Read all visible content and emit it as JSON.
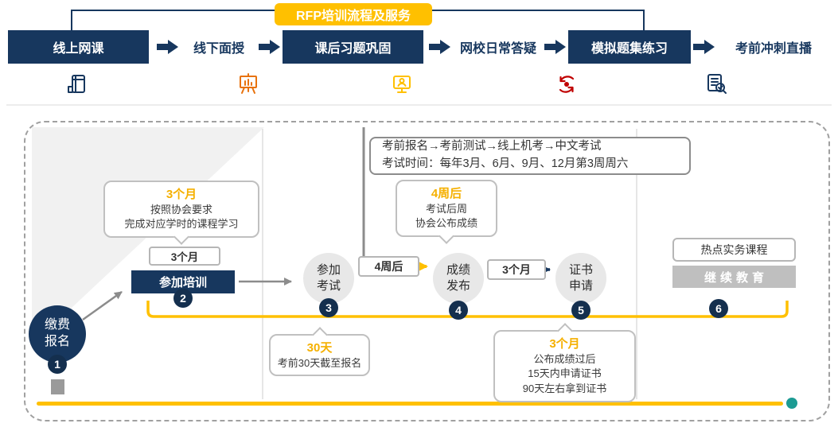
{
  "title_badge": "RFP培训流程及服务",
  "header": {
    "steps": [
      {
        "label": "线上网课"
      },
      {
        "label": "线下面授"
      },
      {
        "label": "课后习题巩固"
      },
      {
        "label": "网校日常答疑"
      },
      {
        "label": "模拟题集练习"
      },
      {
        "label": "考前冲刺直播"
      }
    ],
    "icons": [
      "online-course-icon",
      "offline-class-icon",
      "homework-icon",
      "mock-practice-icon",
      "live-sprint-icon"
    ]
  },
  "flow": {
    "exam_info": "考前报名→考前测试→线上机考→中文考试\n考试时间：每年3月、6月、9月、12月第3周周六",
    "step1": {
      "label": "缴费\n报名",
      "number": "1"
    },
    "step2": {
      "label": "参加培训",
      "number": "2",
      "duration": "3个月"
    },
    "callout_training": {
      "title": "3个月",
      "body": "按照协会要求\n完成对应学时的课程学习"
    },
    "step3": {
      "label": "参加\n考试",
      "number": "3"
    },
    "gap_after_exam": "4周后",
    "step4": {
      "label": "成绩\n发布",
      "number": "4"
    },
    "callout_results": {
      "title": "4周后",
      "body": "考试后周\n协会公布成绩"
    },
    "gap_after_results": "3个月",
    "step5": {
      "label": "证书\n申请",
      "number": "5"
    },
    "step6": {
      "label_top": "热点实务课程",
      "label_bottom": "继续教育",
      "number": "6"
    },
    "callout_deadline": {
      "title": "30天",
      "body": "考前30天截至报名"
    },
    "callout_certificate": {
      "title": "3个月",
      "body": "公布成绩过后\n15天内申请证书\n90天左右拿到证书"
    }
  },
  "colors": {
    "navy": "#17375E",
    "gold": "#FFC000",
    "red": "#C00000",
    "orange": "#E8720C",
    "teal": "#1C9B93",
    "gray_box": "#BFBFBF"
  }
}
